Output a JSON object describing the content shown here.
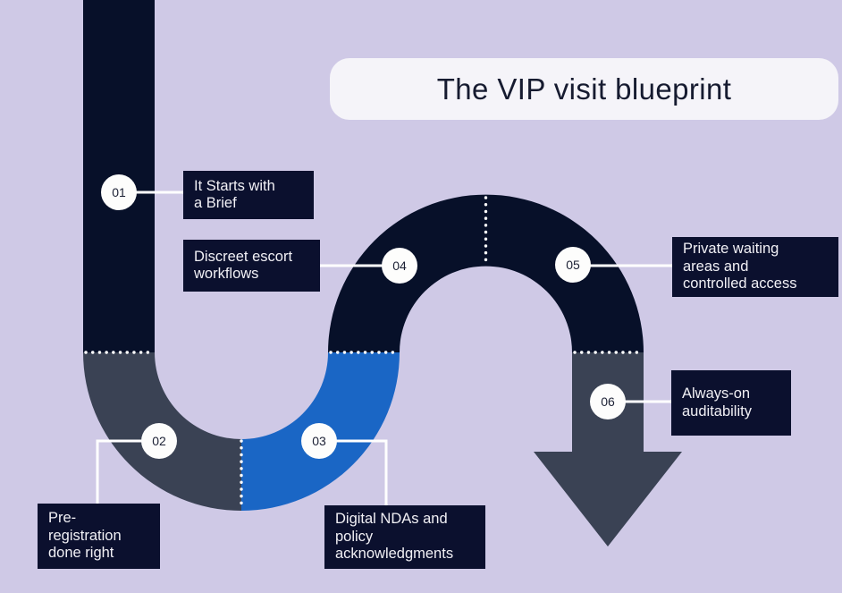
{
  "title": {
    "text": "The VIP visit blueprint"
  },
  "steps": [
    {
      "number": "01",
      "label": "It Starts with\na Brief"
    },
    {
      "number": "02",
      "label": "Pre-\nregistration\ndone right"
    },
    {
      "number": "03",
      "label": "Digital NDAs and\npolicy\nacknowledgments"
    },
    {
      "number": "04",
      "label": "Discreet escort\nworkflows"
    },
    {
      "number": "05",
      "label": "Private waiting\nareas and\ncontrolled access"
    },
    {
      "number": "06",
      "label": "Always-on\nauditability"
    }
  ],
  "colors": {
    "background": "#cfc9e6",
    "navy": "#071029",
    "slate": "#3a4254",
    "blue": "#1a66c5",
    "card": "#f5f4f9",
    "label_box": "#0b102e",
    "white": "#ffffff",
    "text_dark": "#161b30",
    "text_light": "#f1f0f5"
  }
}
